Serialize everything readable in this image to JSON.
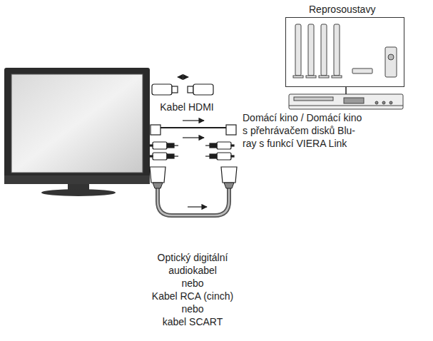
{
  "diagram": {
    "nodes": [
      {
        "text": [
          "Reprosoustavy"
        ]
      },
      {
        "text": [
          "Domácí kino / Domácí kino s přehrávačem disků Blu-ray s funkcí VIERA Link"
        ]
      }
    ],
    "edges": [
      {
        "from": 0,
        "to": 1,
        "arrow": "none"
      }
    ],
    "labels": [
      "Kabel HDMI",
      "Optický digitální audiokabel",
      "nebo",
      "Kabel RCA (cinch)",
      "nebo",
      "kabel SCART"
    ]
  }
}
